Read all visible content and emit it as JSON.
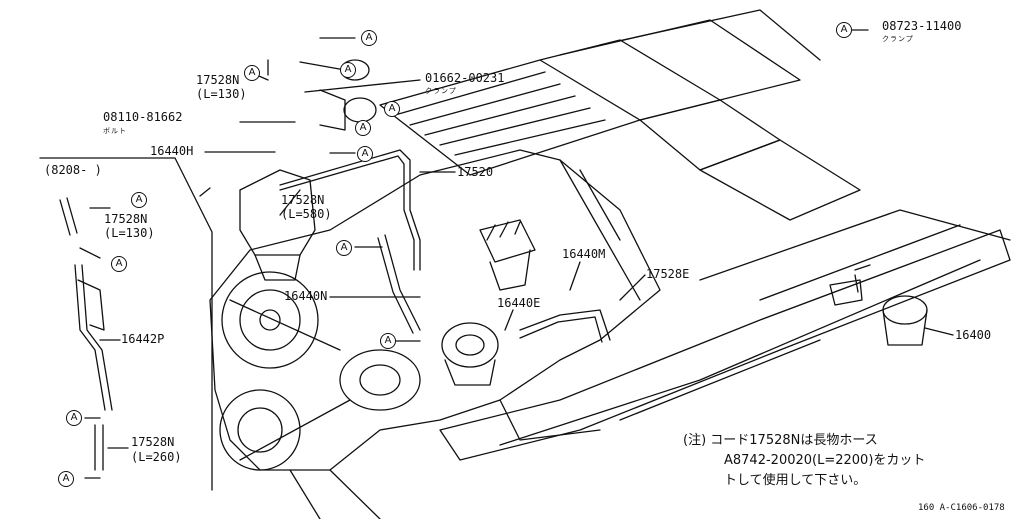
{
  "legend": {
    "symbol": "A",
    "part_no": "08723-11400",
    "part_name": "クランプ"
  },
  "callouts": {
    "p17528N_top": "17528N",
    "p17528N_top_len": "(L=130)",
    "p01662": "01662-00231",
    "p01662_name": "クランプ",
    "p08110": "08110-81662",
    "p08110_name": "ボルト",
    "p16440H": "16440H",
    "p17520": "17520",
    "p17528N_mid": "17528N",
    "p17528N_mid_len": "(L=580)",
    "p16440M": "16440M",
    "p17528E": "17528E",
    "p16440N": "16440N",
    "p16440E": "16440E",
    "p16400": "16400",
    "inset_date": "(8208-   )",
    "p17528N_inset1": "17528N",
    "p17528N_inset1_len": "(L=130)",
    "p16442P": "16442P",
    "p17528N_inset2": "17528N",
    "p17528N_inset2_len": "(L=260)"
  },
  "note": {
    "line1": "(注) コード17528Nは長物ホース",
    "line2": "A8742-20020(L=2200)をカット",
    "line3": "トして使用して下さい。"
  },
  "figure_code": "160 A-C1606-0178",
  "clamp_symbol": "A"
}
